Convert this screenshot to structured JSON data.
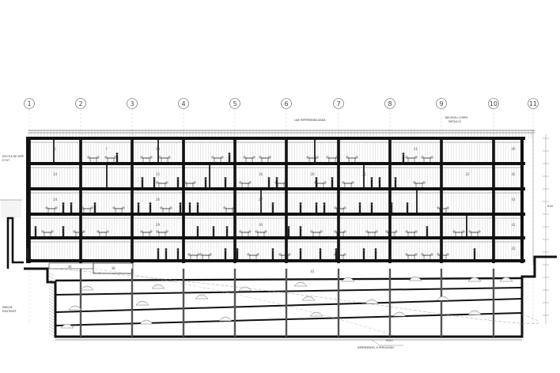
{
  "grid_axes": [
    "1",
    "2",
    "3",
    "4",
    "5",
    "6",
    "7",
    "8",
    "9",
    "10",
    "11"
  ],
  "annotations": {
    "top_center": "LAJE IMPERMEABILIZADA",
    "top_right_1": "BRUSSOLI CORPO",
    "top_right_2": "METÁLICO",
    "left_upper_1": "ESCOLA DE ARTE",
    "left_upper_2": "E FUT",
    "left_lower_1": "PARQUE",
    "left_lower_2": "EXISTENTE",
    "bottom_1": "SOLO",
    "bottom_2": "IMPERMEÁVEL À PERCUSSÃO",
    "right_dimension": "6.00"
  },
  "room_numbers": {
    "floor_5": [
      "2",
      "7",
      "13",
      "",
      "",
      "",
      "",
      "21",
      "",
      "40"
    ],
    "floor_4": [
      "14",
      "",
      "15",
      "",
      "16",
      "20",
      "21",
      "",
      "22",
      "42"
    ],
    "floor_3": [
      "24",
      "",
      "26",
      "",
      "27",
      "",
      "",
      "",
      "",
      "43"
    ],
    "floor_2": [
      "",
      "",
      "29",
      "",
      "30",
      "",
      "",
      "",
      "",
      "42"
    ],
    "floor_1": [
      "",
      "",
      "",
      "",
      "",
      "",
      "",
      "",
      "",
      "43"
    ],
    "basement": [
      "36",
      "38",
      "",
      "",
      "",
      "41",
      "",
      "",
      "",
      ""
    ]
  },
  "colors": {
    "line": "#1a1a1a",
    "slab": "#111111",
    "hatch": "#888888",
    "figure": "#222222"
  }
}
